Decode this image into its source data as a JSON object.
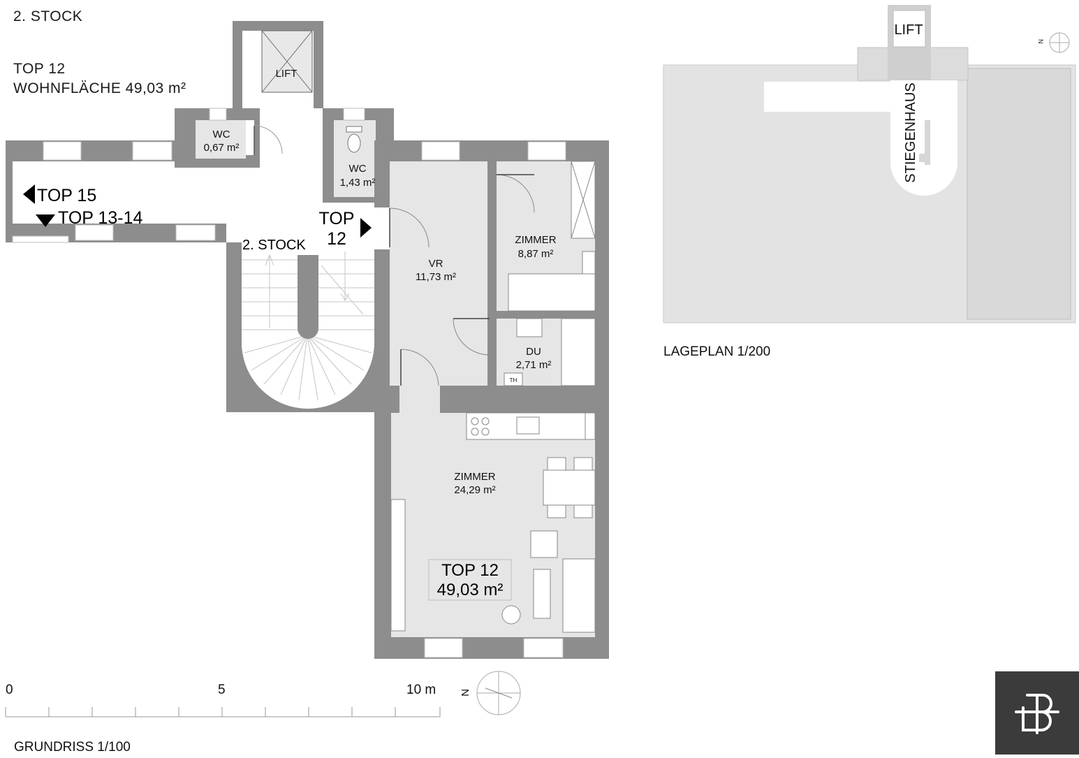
{
  "header": {
    "floor": "2. STOCK",
    "unit": "TOP 12",
    "living_area": "WOHNFLÄCHE 49,03 m²"
  },
  "rooms": {
    "lift": "LIFT",
    "wc_small": {
      "name": "WC",
      "area": "0,67 m²"
    },
    "wc_main": {
      "name": "WC",
      "area": "1,43 m²"
    },
    "zimmer_small": {
      "name": "ZIMMER",
      "area": "8,87 m²"
    },
    "vr": {
      "name": "VR",
      "area": "11,73 m²"
    },
    "du": {
      "name": "DU",
      "area": "2,71 m²"
    },
    "th": "TH",
    "zimmer_large": {
      "name": "ZIMMER",
      "area": "24,29 m²"
    }
  },
  "navigation": {
    "top15": "TOP 15",
    "top13_14": "TOP 13-14",
    "top12_line1": "TOP",
    "top12_line2": "12",
    "stair_label": "2. STOCK"
  },
  "unit_box": {
    "name": "TOP 12",
    "area": "49,03 m²"
  },
  "scale": {
    "ticks": [
      "0",
      "5",
      "10 m"
    ],
    "north": "N",
    "title": "GRUNDRISS 1/100"
  },
  "site_plan": {
    "lift": "LIFT",
    "stair": "STIEGENHAUS",
    "north": "N",
    "title": "LAGEPLAN 1/200"
  },
  "colors": {
    "wall": "#8d8d8d",
    "floor": "#e6e6e6",
    "site": "#e3e3e3",
    "logo_bg": "#3b3b3b"
  }
}
